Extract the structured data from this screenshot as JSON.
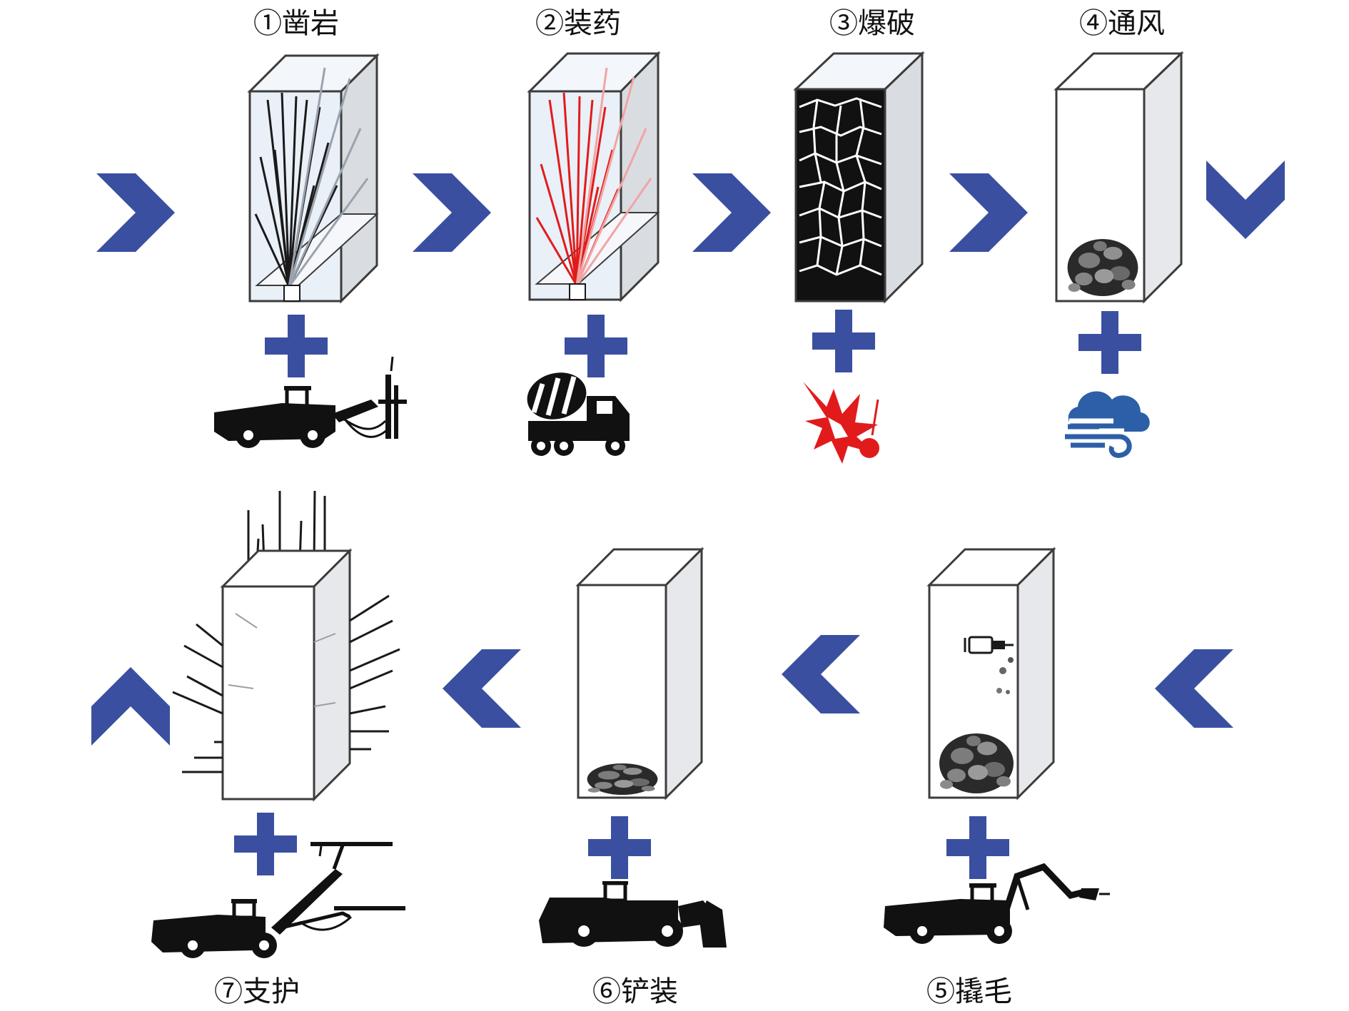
{
  "title": "Mining cycle process diagram",
  "colors": {
    "accent": "#3a4fa0",
    "outline": "#3c3c3c",
    "glass": "#e9f0f7",
    "side": "#d9dde2",
    "rock": "#111111",
    "charge": "#e11b1b",
    "icon_dark": "#111111"
  },
  "steps": [
    {
      "label": "①凿岩",
      "equipment_icon": "drilling-jumbo-icon"
    },
    {
      "label": "②装药",
      "equipment_icon": "charging-truck-icon"
    },
    {
      "label": "③爆破",
      "equipment_icon": "explosion-icon"
    },
    {
      "label": "④通风",
      "equipment_icon": "ventilation-icon"
    },
    {
      "label": "⑤撬毛",
      "equipment_icon": "scaling-machine-icon"
    },
    {
      "label": "⑥铲装",
      "equipment_icon": "loader-icon"
    },
    {
      "label": "⑦支护",
      "equipment_icon": "bolting-rig-icon"
    }
  ]
}
